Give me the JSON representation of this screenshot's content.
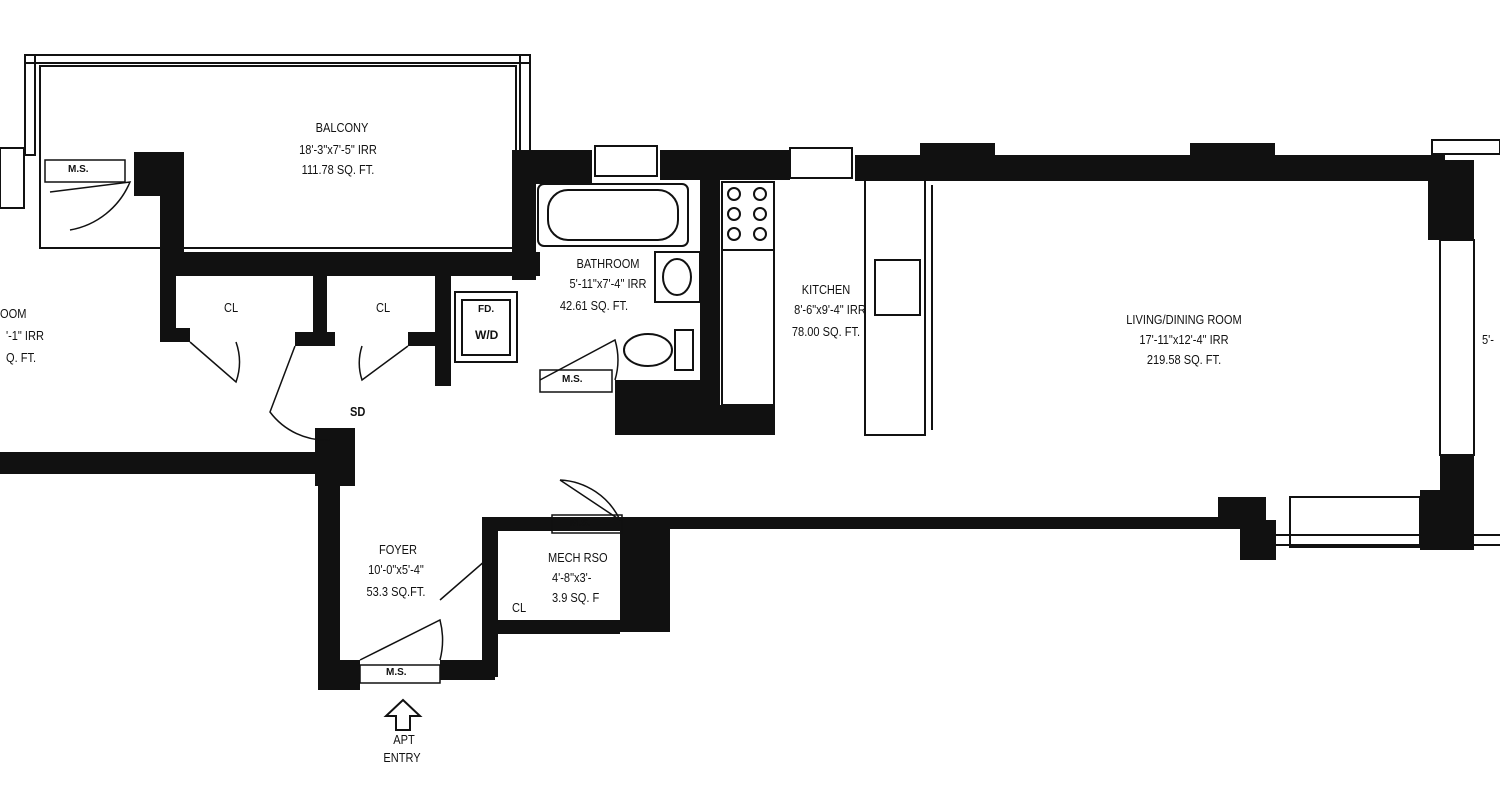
{
  "rooms": {
    "balcony": {
      "name": "BALCONY",
      "dims": "18'-3\"x7'-5\" IRR",
      "area": "111.78 SQ. FT."
    },
    "bathroom": {
      "name": "BATHROOM",
      "dims": "5'-11\"x7'-4\" IRR",
      "area": "42.61 SQ. FT."
    },
    "kitchen": {
      "name": "KITCHEN",
      "dims": "8'-6\"x9'-4\" IRR",
      "area": "78.00 SQ. FT."
    },
    "living": {
      "name": "LIVING/DINING ROOM",
      "dims": "17'-11\"x12'-4\" IRR",
      "area": "219.58 SQ. FT."
    },
    "foyer": {
      "name": "FOYER",
      "dims": "10'-0\"x5'-4\"",
      "area": "53.3 SQ.FT."
    },
    "mech": {
      "name": "MECH RSO",
      "dims": "4'-8\"x3'-",
      "area": "3.9 SQ. F"
    },
    "bedroom_partial": {
      "name": "OOM",
      "dims": "'-1\" IRR",
      "area": "Q. FT."
    },
    "right_partial": {
      "dims": "5'-"
    }
  },
  "labels": {
    "cl1": "CL",
    "cl2": "CL",
    "cl3": "CL",
    "sd": "SD",
    "ms": "M.S.",
    "wd": "W/D",
    "fd": "FD.",
    "entry_line1": "APT",
    "entry_line2": "ENTRY"
  }
}
